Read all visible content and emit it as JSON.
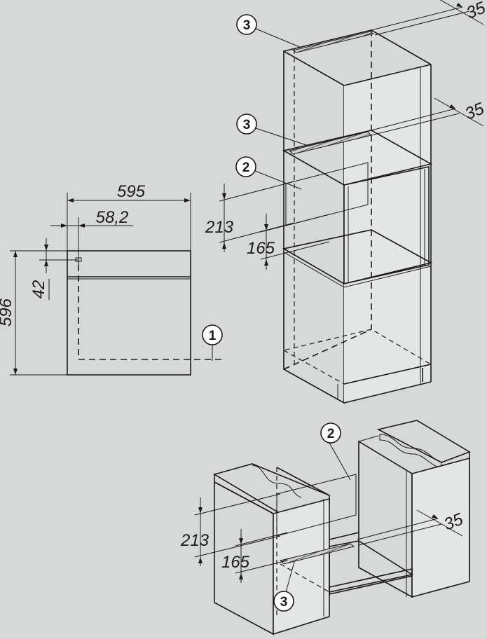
{
  "dimensions": {
    "front_width": "595",
    "front_height": "596",
    "control_offset": "58,2",
    "control_height": "42",
    "tall_cut_height": "213",
    "tall_gap": "165",
    "tall_top_vent": "35",
    "tall_mid_vent": "35",
    "base_cut_height": "213",
    "base_gap": "165",
    "base_vent": "35"
  },
  "callouts": {
    "tall_top": "3",
    "tall_mid": "3",
    "tall_cutout": "2",
    "front_power": "1",
    "base_cutout": "2",
    "base_vent": "3"
  }
}
